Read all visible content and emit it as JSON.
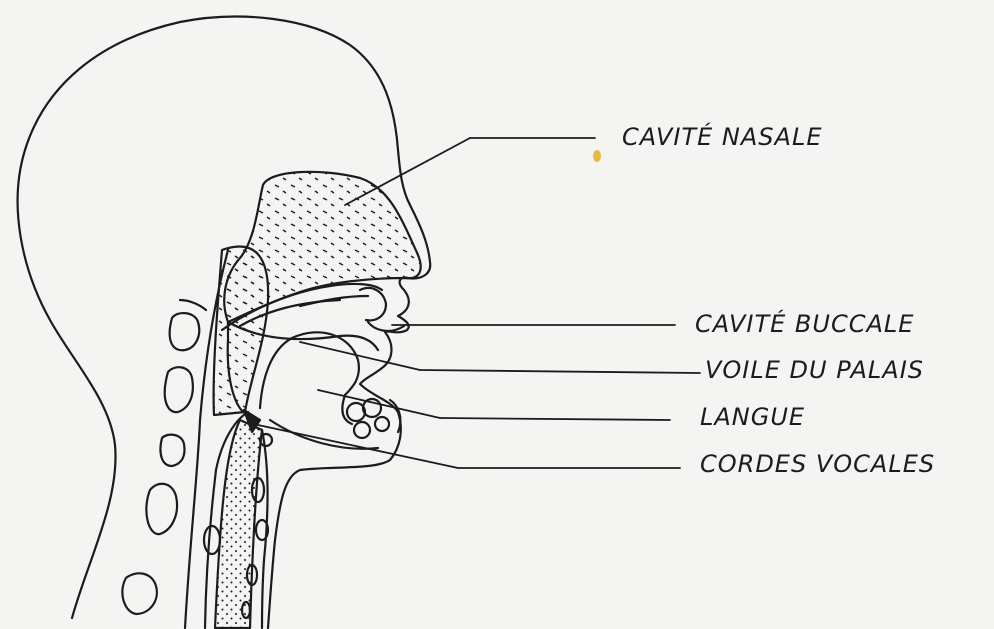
{
  "diagram": {
    "labels": {
      "nasal_cavity": "CAVITÉ NASALE",
      "oral_cavity": "CAVITÉ BUCCALE",
      "soft_palate": "VOILE DU PALAIS",
      "tongue": "LANGUE",
      "vocal_cords": "CORDES VOCALES"
    },
    "colors": {
      "ink": "#1c1c1c",
      "paper": "#f4f4f2"
    }
  }
}
